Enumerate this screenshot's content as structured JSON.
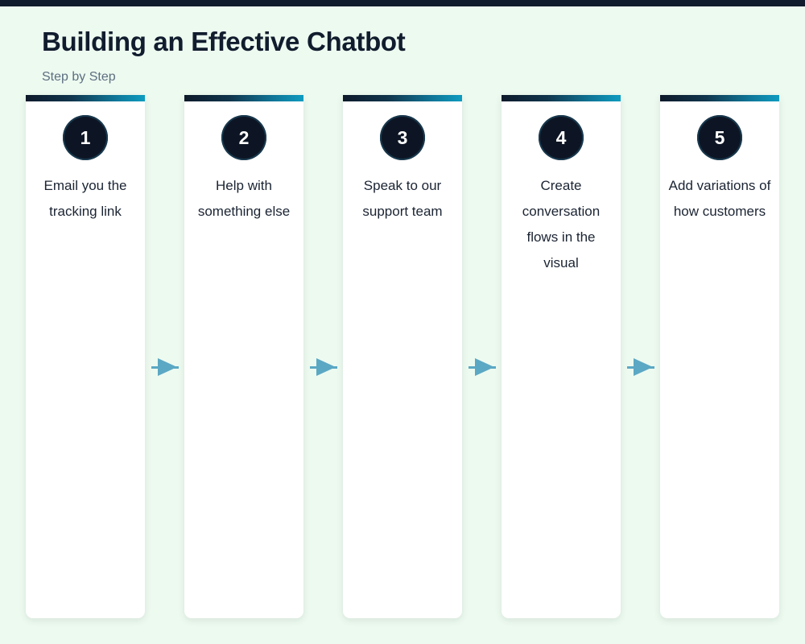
{
  "header": {
    "title": "Building an Effective Chatbot",
    "subtitle": "Step by Step"
  },
  "colors": {
    "page_background": "#edfaf0",
    "top_strip": "#101b2d",
    "card_background": "#ffffff",
    "title_text": "#111c2e",
    "subtitle_text": "#5d6f80",
    "body_text": "#1b2433",
    "badge_fill": "#0d1524",
    "badge_ring": "#18394e",
    "gradient_start": "#0e1a2b",
    "gradient_end": "#0e9cc0",
    "arrow": "#5ba8c4"
  },
  "steps": [
    {
      "number": "1",
      "text": "Email you the tracking link"
    },
    {
      "number": "2",
      "text": "Help with something else"
    },
    {
      "number": "3",
      "text": "Speak to our support team"
    },
    {
      "number": "4",
      "text": "Create conversation flows in the visual"
    },
    {
      "number": "5",
      "text": "Add variations of how customers"
    }
  ],
  "connectors": [
    {
      "icon": "arrow-right-icon"
    },
    {
      "icon": "arrow-right-icon"
    },
    {
      "icon": "arrow-right-icon"
    },
    {
      "icon": "arrow-right-icon"
    }
  ]
}
